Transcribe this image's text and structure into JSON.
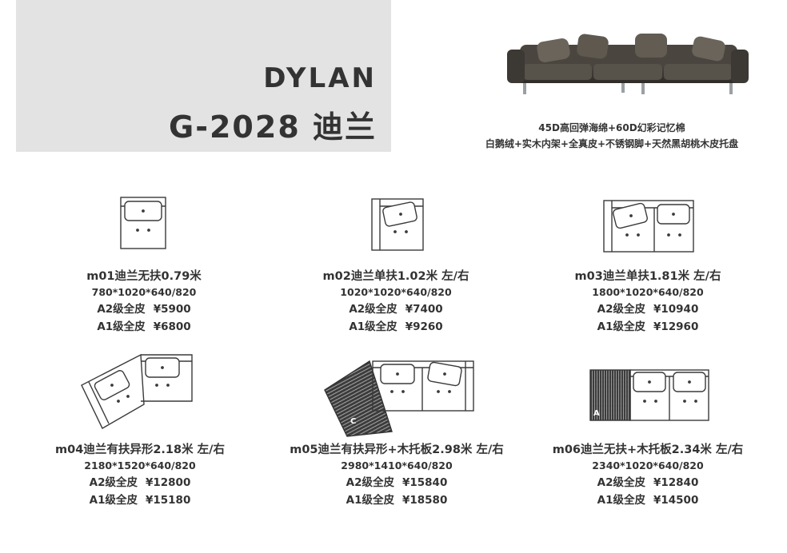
{
  "header": {
    "brand": "DYLAN",
    "code": "G-2028 迪兰"
  },
  "features": {
    "line1": "45D高回弹海绵+60D幻彩记忆棉",
    "line2": "白鹅绒+实木内架+全真皮+不锈钢脚+天然黑胡桃木皮托盘"
  },
  "products": [
    {
      "name": "m01迪兰无扶0.79米",
      "dims": "780*1020*640/820",
      "grade_a2": "A2级全皮",
      "price_a2": "¥5900",
      "grade_a1": "A1级全皮",
      "price_a1": "¥6800"
    },
    {
      "name": "m02迪兰单扶1.02米 左/右",
      "dims": "1020*1020*640/820",
      "grade_a2": "A2级全皮",
      "price_a2": "¥7400",
      "grade_a1": "A1级全皮",
      "price_a1": "¥9260"
    },
    {
      "name": "m03迪兰单扶1.81米 左/右",
      "dims": "1800*1020*640/820",
      "grade_a2": "A2级全皮",
      "price_a2": "¥10940",
      "grade_a1": "A1级全皮",
      "price_a1": "¥12960"
    },
    {
      "name": "m04迪兰有扶异形2.18米 左/右",
      "dims": "2180*1520*640/820",
      "grade_a2": "A2级全皮",
      "price_a2": "¥12800",
      "grade_a1": "A1级全皮",
      "price_a1": "¥15180"
    },
    {
      "name": "m05迪兰有扶异形+木托板2.98米 左/右",
      "dims": "2980*1410*640/820",
      "grade_a2": "A2级全皮",
      "price_a2": "¥15840",
      "grade_a1": "A1级全皮",
      "price_a1": "¥18580"
    },
    {
      "name": "m06迪兰无扶+木托板2.34米 左/右",
      "dims": "2340*1020*640/820",
      "grade_a2": "A2级全皮",
      "price_a2": "¥12840",
      "grade_a1": "A1级全皮",
      "price_a1": "¥14500"
    }
  ],
  "diagram_marks": {
    "tray_m05": "C",
    "tray_m06": "A"
  }
}
